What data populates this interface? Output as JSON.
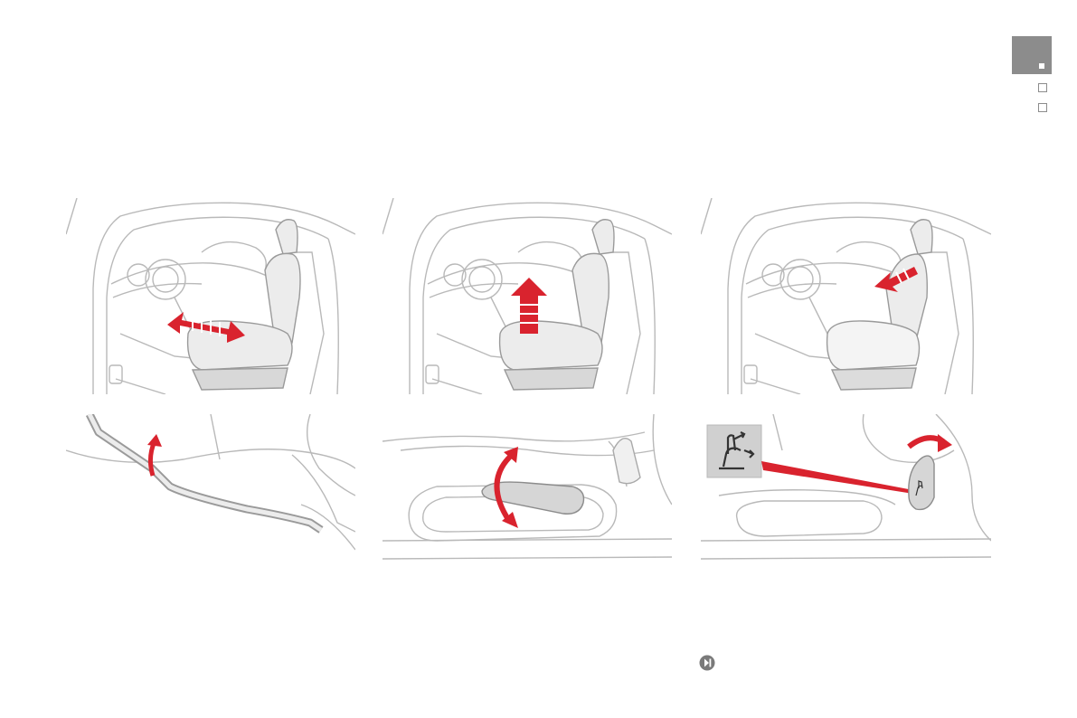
{
  "colors": {
    "accent": "#d9232e",
    "line": "#b9b9b9",
    "tab": "#8c8c8c",
    "seat": "#e9e9e9"
  },
  "chapter_nav": {
    "markers": [
      "active",
      "inactive",
      "inactive"
    ]
  },
  "panels": [
    {
      "name": "seat-fore-aft-adjustment",
      "icon": "double-arrow-horizontal-icon"
    },
    {
      "name": "seat-height-adjustment",
      "icon": "arrow-up-icon"
    },
    {
      "name": "seatback-angle-adjustment",
      "icon": "arrow-diagonal-icon"
    },
    {
      "name": "front-bar-control",
      "icon": "curved-arrow-up-icon"
    },
    {
      "name": "height-lever-control",
      "icon": "curved-double-arrow-icon"
    },
    {
      "name": "seatback-knob-control",
      "icon": "rotation-arrow-icon"
    }
  ],
  "footer": {
    "nav_icon": "next-page-icon"
  }
}
